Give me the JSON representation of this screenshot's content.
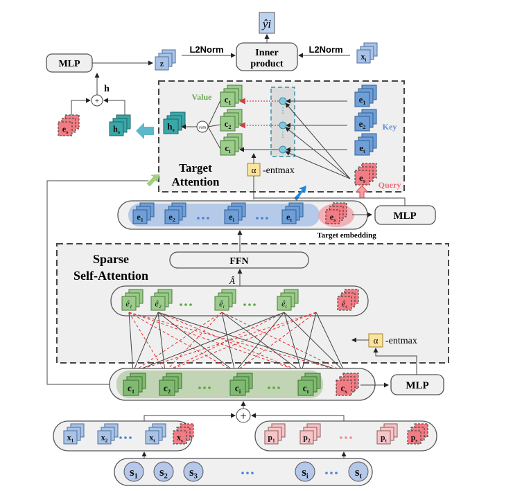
{
  "colors": {
    "blue_card": "#a9c3e6",
    "blue_card_dark": "#6f9fd6",
    "green_card": "#9ccc8c",
    "green_card_dark": "#7fba70",
    "red_card": "#f27c84",
    "pink_card": "#f7c5c8",
    "teal_card": "#3aa7a8",
    "yellow_box": "#fbe39b",
    "pill_bg": "#f0f0f0",
    "dash_bg": "#efefef",
    "value_label": "#6aa84f",
    "key_label": "#5b8fd6",
    "query_label": "#ef6b7a",
    "dots_blue": "#4a7fd4",
    "dots_green": "#5aa53c",
    "dots_pink": "#f08a90"
  },
  "top": {
    "output_label": "ŷi",
    "inner_product_line1": "Inner",
    "inner_product_line2": "product",
    "l2norm_left": "L2Norm",
    "l2norm_right": "L2Norm",
    "z_label": "z",
    "xi_label": "xi",
    "mlp_label": "MLP",
    "h_label": "h",
    "plus_symbol": "+",
    "es_label": "es",
    "hs_label": "hs"
  },
  "target_attention": {
    "title_line1": "Target",
    "title_line2": "Attention",
    "value_label": "Value",
    "key_label": "Key",
    "query_label": "Query",
    "sum_label": "sum",
    "hs_label": "hs",
    "values": [
      "c1",
      "c2",
      "ct"
    ],
    "keys": [
      "e1",
      "e2",
      "et"
    ],
    "query": "es",
    "alpha_symbol": "α",
    "entmax_label": "-entmax",
    "vdots": "⋮"
  },
  "embedding_row": {
    "items": [
      "e1",
      "e2",
      "ei",
      "et"
    ],
    "ellipsis": "···",
    "target": "es",
    "target_caption": "Target embedding",
    "mlp_label": "MLP"
  },
  "sparse_self_attention": {
    "title_line1": "Sparse",
    "title_line2": "Self-Attention",
    "ffn_label": "FFN",
    "a_hat_label": "Â",
    "items": [
      "ê1",
      "ê2",
      "êi",
      "êt"
    ],
    "target": "ês",
    "ellipsis": "···",
    "alpha_symbol": "α",
    "entmax_label": "-entmax"
  },
  "context_row": {
    "items": [
      "c1",
      "c2",
      "ci",
      "ct"
    ],
    "ellipsis": "···",
    "target": "cs",
    "mlp_label": "MLP"
  },
  "plus_symbol": "+",
  "x_row": {
    "items": [
      "x1",
      "x2",
      "xt"
    ],
    "ellipsis": "···",
    "target": "xs"
  },
  "p_row": {
    "items": [
      "p1",
      "p2",
      "pt"
    ],
    "ellipsis": "···",
    "target": "ps"
  },
  "s_row": {
    "items": [
      "s1",
      "s2",
      "s3",
      "si",
      "st"
    ],
    "ellipsis": "···"
  }
}
